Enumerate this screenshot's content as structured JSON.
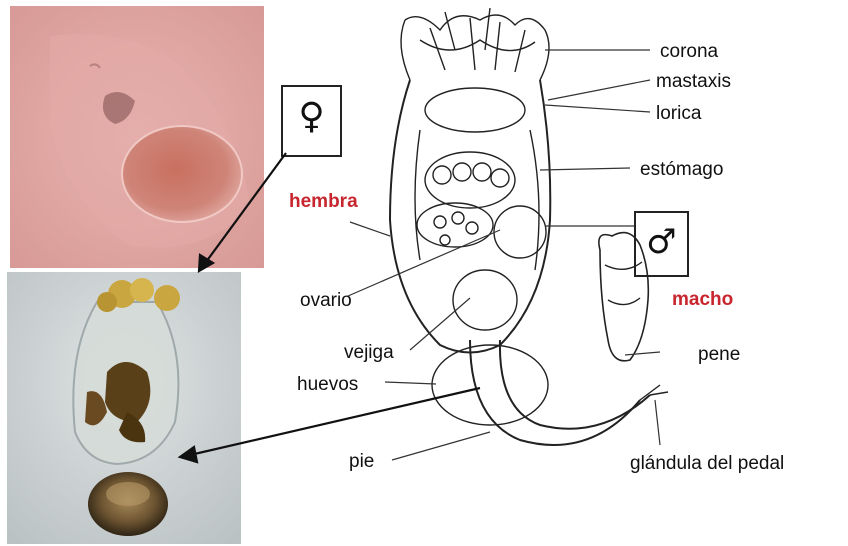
{
  "labels": {
    "corona": "corona",
    "mastaxis": "mastaxis",
    "lorica": "lorica",
    "estomago": "estómago",
    "hembra": "hembra",
    "macho": "macho",
    "ovario": "ovario",
    "vejiga": "vejiga",
    "huevos": "huevos",
    "pene": "pene",
    "pie": "pie",
    "glandula": "glándula del pedal"
  },
  "symbols": {
    "female": "♀",
    "male": "♂"
  },
  "colors": {
    "accent_red": "#c8262e",
    "photo_top_bg": "#dca4a0",
    "photo_bottom_bg": "#c9d0d0",
    "line": "#222222"
  }
}
